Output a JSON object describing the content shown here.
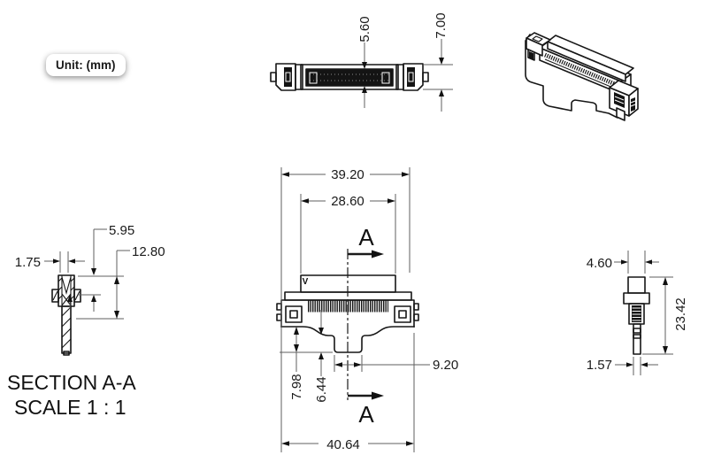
{
  "unit_label": "Unit: (mm)",
  "title": {
    "section": "SECTION A-A",
    "scale": "SCALE 1 : 1"
  },
  "marker": {
    "a": "A",
    "datum": "V"
  },
  "dims": {
    "top_view": {
      "inner_height": "5.60",
      "overall_height": "7.00"
    },
    "front_view": {
      "upper_body_width": "39.20",
      "mating_width": "28.60",
      "notch_width": "9.20",
      "flange_depth": "7.98",
      "step_depth": "6.44",
      "overall_width": "40.64"
    },
    "section_view": {
      "contact_width": "1.75",
      "contact_depth": "5.95",
      "body_height": "12.80"
    },
    "side_view": {
      "body_width": "4.60",
      "overall_height": "23.42",
      "tail_width": "1.57"
    }
  },
  "colors": {
    "part_line": "#161616",
    "dim_line": "#5f5f5f",
    "text": "#1a1a1a",
    "background": "#ffffff"
  }
}
